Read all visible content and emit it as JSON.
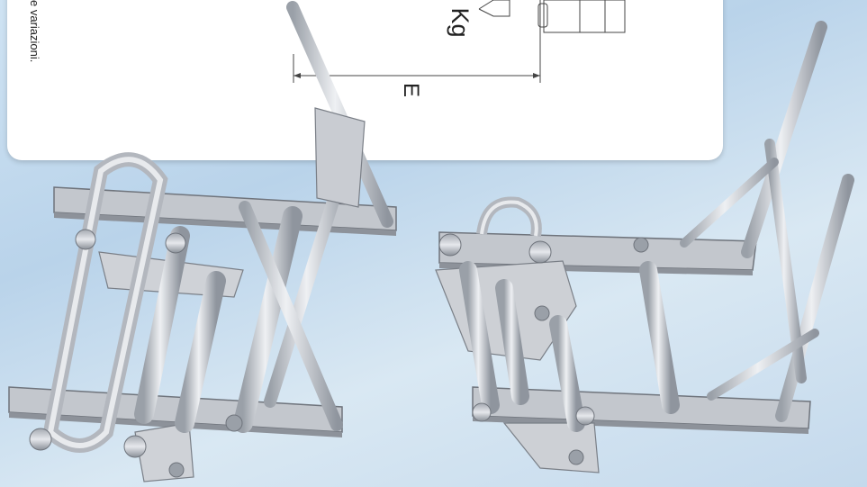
{
  "document": {
    "note_text": "e variazioni.",
    "weight_text": ") Kg",
    "dimension_label": "E"
  },
  "colors": {
    "background": "#c9ddef",
    "panel": "#ffffff",
    "metal": "#d5d7dc",
    "metal_shadow": "#8e939b"
  }
}
